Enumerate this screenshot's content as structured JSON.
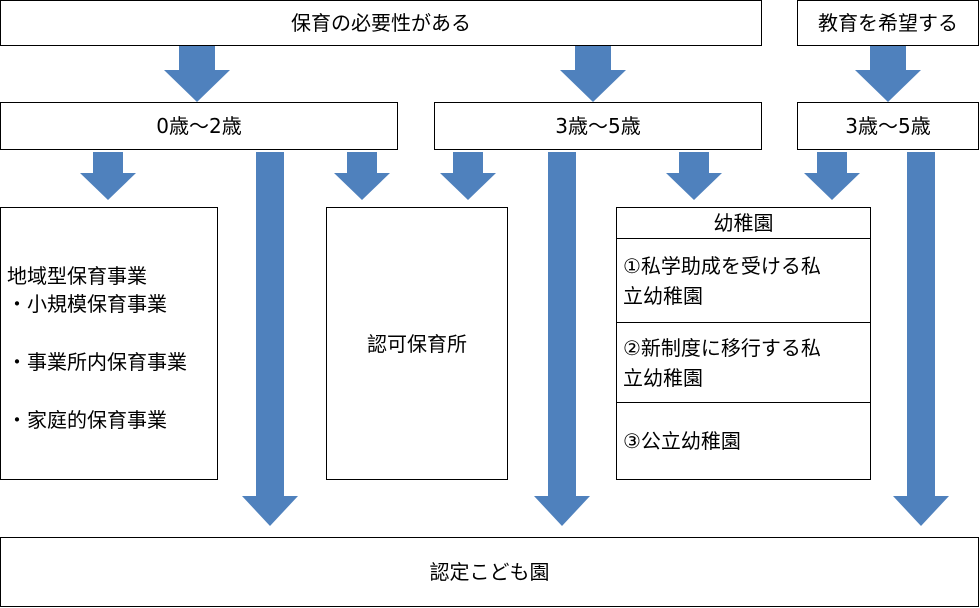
{
  "header": {
    "need_childcare": "保育の必要性がある",
    "want_education": "教育を希望する"
  },
  "age_groups": {
    "infant": "0歳～2歳",
    "preschool_childcare": "3歳～5歳",
    "preschool_education": "3歳～5歳"
  },
  "community_care": {
    "title": "地域型保育事業",
    "items": [
      "・小規模保育事業",
      "・事業所内保育事業",
      "・家庭的保育事業"
    ]
  },
  "licensed_nursery": "認可保育所",
  "kindergarten": {
    "title": "幼稚園",
    "items": [
      {
        "line1": "①私学助成を受ける私",
        "line2": "立幼稚園"
      },
      {
        "line1": "②新制度に移行する私",
        "line2": "立幼稚園"
      },
      {
        "line1": "③公立幼稚園"
      }
    ]
  },
  "certified_center": "認定こども園",
  "colors": {
    "arrow": "#4f81bd",
    "border": "#000000"
  }
}
